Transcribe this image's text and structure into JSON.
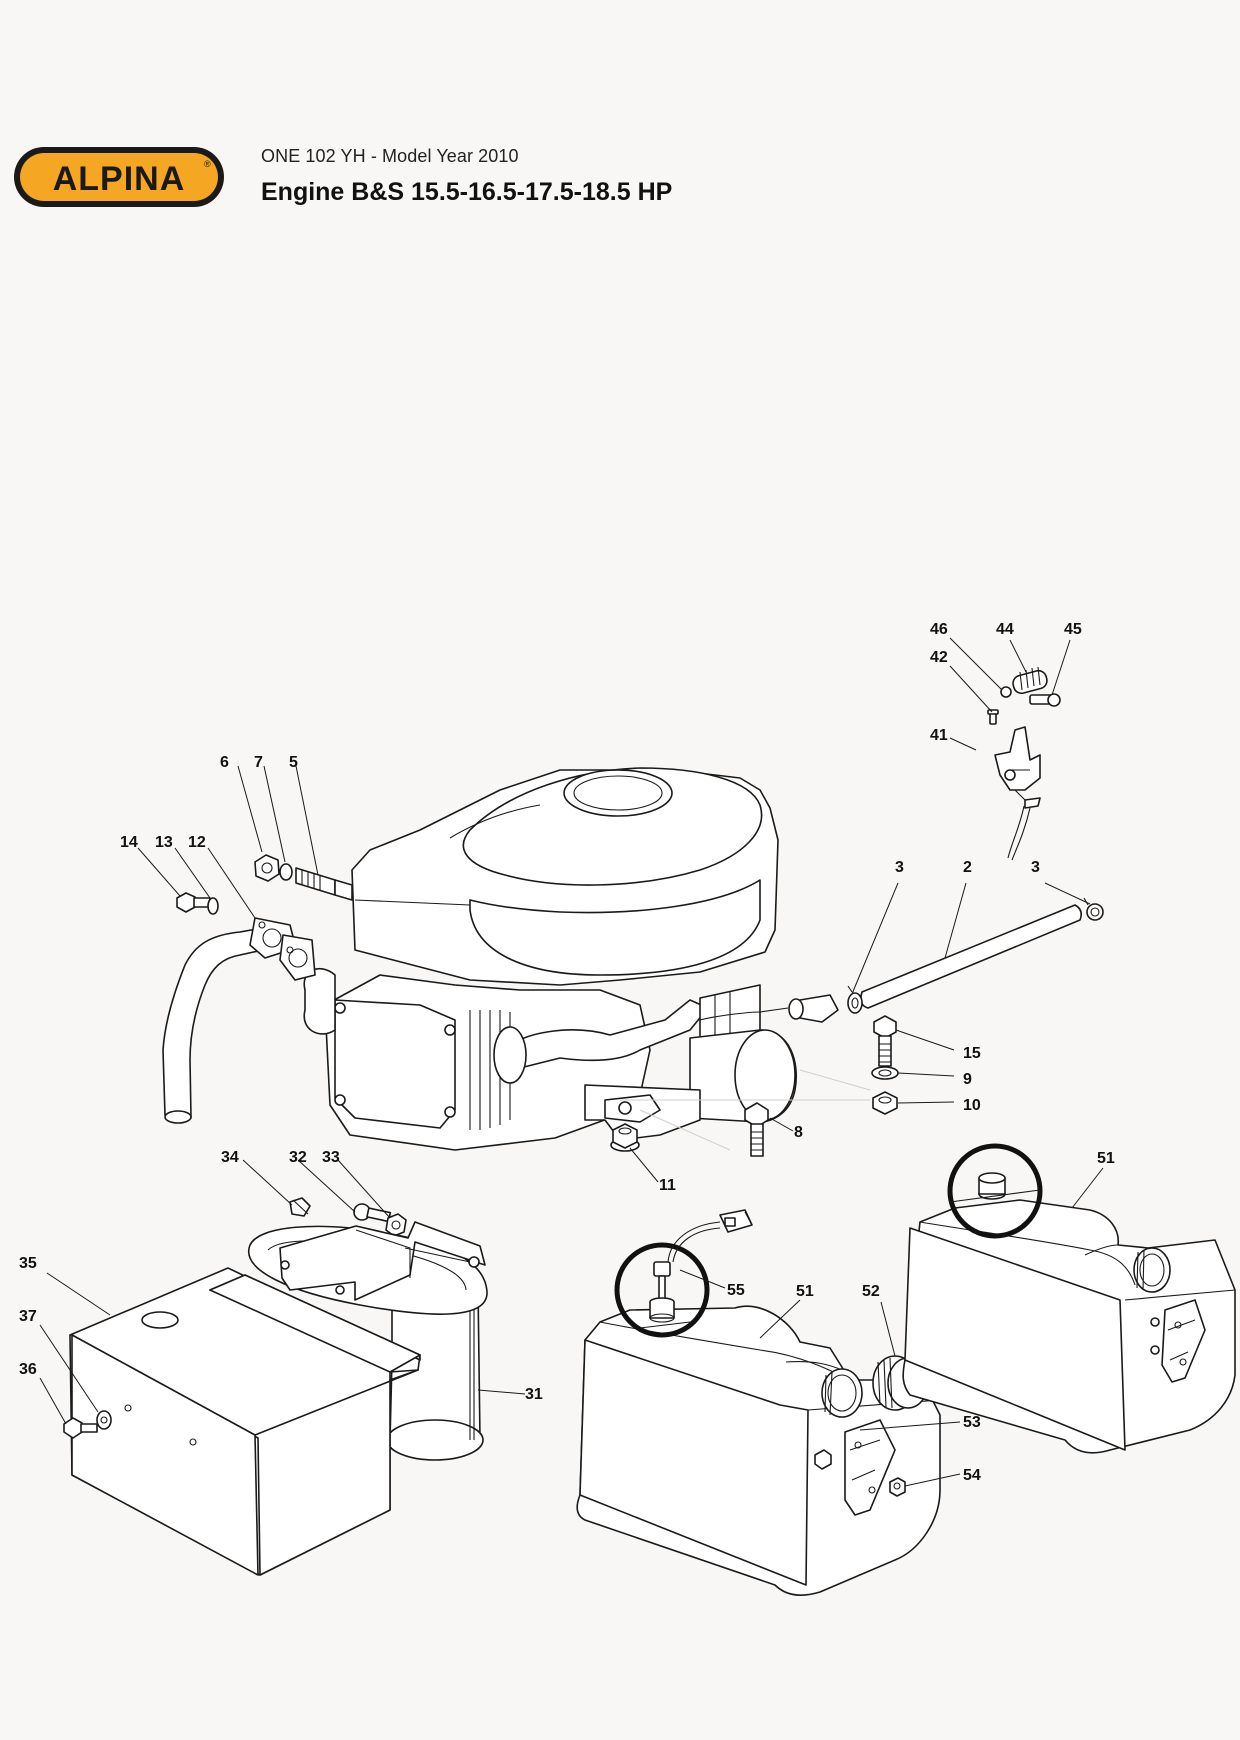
{
  "header": {
    "brand": "ALPINA",
    "subtitle": "ONE 102 YH - Model Year 2010",
    "title": "Engine B&S 15.5-16.5-17.5-18.5 HP"
  },
  "colors": {
    "brand_orange": "#f5a623",
    "brand_black": "#1a1a1a",
    "line": "#1a1a1a",
    "background": "#f8f7f5"
  },
  "callouts": {
    "c46": "46",
    "c44": "44",
    "c45": "45",
    "c42": "42",
    "c41": "41",
    "c6": "6",
    "c7": "7",
    "c5": "5",
    "c14": "14",
    "c13": "13",
    "c12": "12",
    "c3a": "3",
    "c2": "2",
    "c3b": "3",
    "c15": "15",
    "c9": "9",
    "c10": "10",
    "c8": "8",
    "c11": "11",
    "c34": "34",
    "c32": "32",
    "c33": "33",
    "c35": "35",
    "c37": "37",
    "c36": "36",
    "c31": "31",
    "c51a": "51",
    "c51b": "51",
    "c55": "55",
    "c52": "52",
    "c53": "53",
    "c54": "54"
  }
}
